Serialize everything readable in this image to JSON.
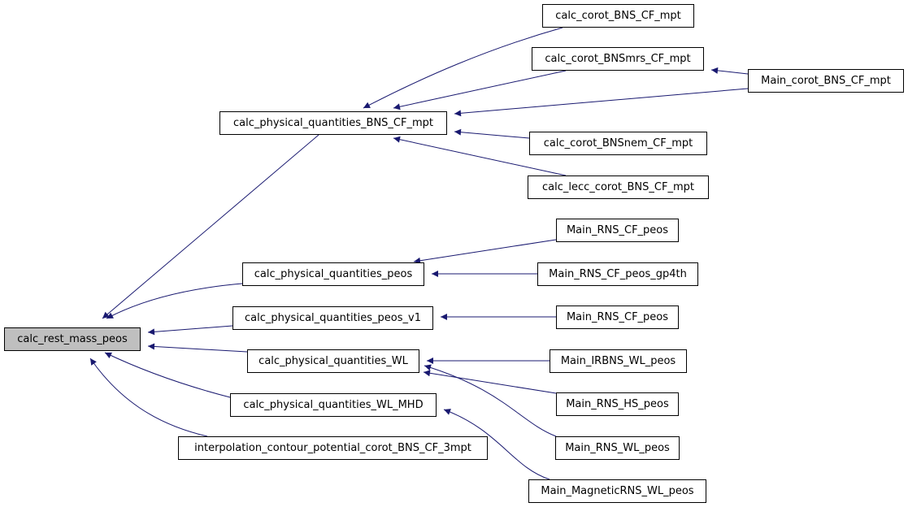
{
  "colors": {
    "edge": "#191970",
    "root_fill": "#bfbfbf",
    "node_fill": "#ffffff",
    "node_border": "#000000"
  },
  "nodes": [
    {
      "id": "n0",
      "label": "calc_rest_mass_peos",
      "root": true
    },
    {
      "id": "n1",
      "label": "calc_physical_quantities_BNS_CF_mpt"
    },
    {
      "id": "n2",
      "label": "calc_physical_quantities_peos"
    },
    {
      "id": "n3",
      "label": "calc_physical_quantities_peos_v1"
    },
    {
      "id": "n4",
      "label": "calc_physical_quantities_WL"
    },
    {
      "id": "n5",
      "label": "calc_physical_quantities_WL_MHD"
    },
    {
      "id": "n6",
      "label": "interpolation_contour_potential_corot_BNS_CF_3mpt"
    },
    {
      "id": "n7",
      "label": "calc_corot_BNS_CF_mpt"
    },
    {
      "id": "n8",
      "label": "calc_corot_BNSmrs_CF_mpt"
    },
    {
      "id": "n9",
      "label": "Main_corot_BNS_CF_mpt"
    },
    {
      "id": "n10",
      "label": "calc_corot_BNSnem_CF_mpt"
    },
    {
      "id": "n11",
      "label": "calc_lecc_corot_BNS_CF_mpt"
    },
    {
      "id": "n12",
      "label": "Main_RNS_CF_peos"
    },
    {
      "id": "n13",
      "label": "Main_RNS_CF_peos_gp4th"
    },
    {
      "id": "n14",
      "label": "Main_RNS_CF_peos"
    },
    {
      "id": "n15",
      "label": "Main_IRBNS_WL_peos"
    },
    {
      "id": "n16",
      "label": "Main_RNS_HS_peos"
    },
    {
      "id": "n17",
      "label": "Main_RNS_WL_peos"
    },
    {
      "id": "n18",
      "label": "Main_MagneticRNS_WL_peos"
    }
  ],
  "edges": [
    {
      "from": "n1",
      "to": "n0"
    },
    {
      "from": "n2",
      "to": "n0"
    },
    {
      "from": "n3",
      "to": "n0"
    },
    {
      "from": "n4",
      "to": "n0"
    },
    {
      "from": "n5",
      "to": "n0"
    },
    {
      "from": "n6",
      "to": "n0"
    },
    {
      "from": "n7",
      "to": "n1"
    },
    {
      "from": "n8",
      "to": "n1"
    },
    {
      "from": "n9",
      "to": "n1"
    },
    {
      "from": "n10",
      "to": "n1"
    },
    {
      "from": "n11",
      "to": "n1"
    },
    {
      "from": "n9",
      "to": "n8"
    },
    {
      "from": "n12",
      "to": "n2"
    },
    {
      "from": "n13",
      "to": "n2"
    },
    {
      "from": "n14",
      "to": "n3"
    },
    {
      "from": "n15",
      "to": "n4"
    },
    {
      "from": "n16",
      "to": "n4"
    },
    {
      "from": "n17",
      "to": "n4"
    },
    {
      "from": "n18",
      "to": "n5"
    }
  ]
}
